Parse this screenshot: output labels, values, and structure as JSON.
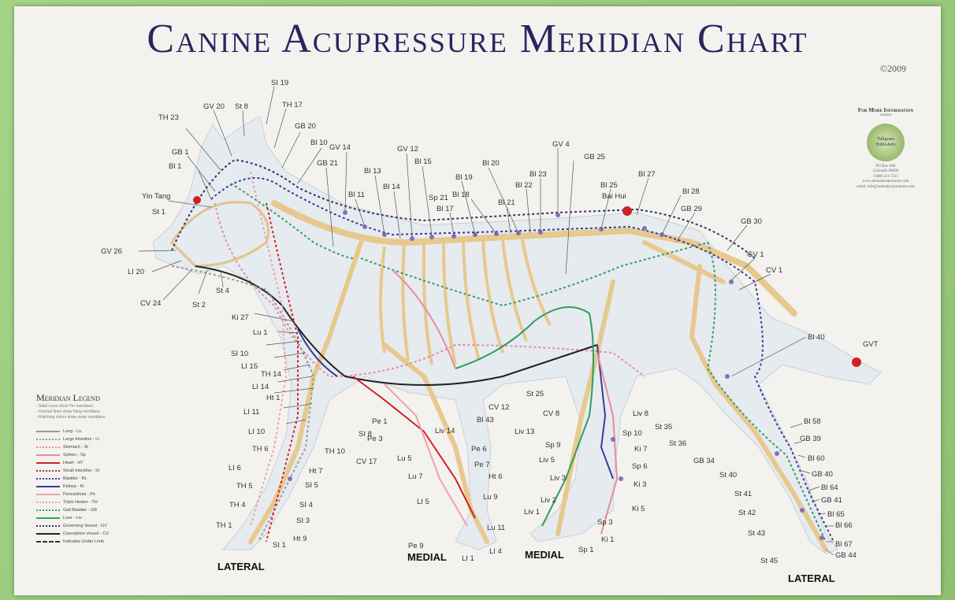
{
  "title": "Canine Acupressure Meridian Chart",
  "copyright": "©2009",
  "info": {
    "heading": "For More Information",
    "sub": "contact",
    "logo_text": "Tallgrass Publishers",
    "lines": [
      "PO Box 000",
      "Colorado 00000",
      "1-888-321-7211",
      "www.animalacupressure.com",
      "email: info@animalacupressure.com"
    ]
  },
  "views": {
    "lateral_front": "LATERAL",
    "medial_front": "MEDIAL",
    "medial_hind": "MEDIAL",
    "lateral_hind": "LATERAL"
  },
  "legend": {
    "title": "Meridian Legend",
    "notes": [
      "- Solid Lines show Yin meridians",
      "- Dashed lines show Yang meridians",
      "- Matching colors show sister meridians"
    ],
    "items": [
      {
        "label": "Lung - Lu",
        "color": "#999999",
        "style": "solid"
      },
      {
        "label": "Large Intestine - LI",
        "color": "#999999",
        "style": "dotted"
      },
      {
        "label": "Stomach - St",
        "color": "#e88aa0",
        "style": "dotted"
      },
      {
        "label": "Spleen - Sp",
        "color": "#e88aa0",
        "style": "solid"
      },
      {
        "label": "Heart - HT",
        "color": "#d22020",
        "style": "solid"
      },
      {
        "label": "Small Intestine - SI",
        "color": "#d22020",
        "style": "dotted"
      },
      {
        "label": "Bladder - BL",
        "color": "#3b3b9a",
        "style": "dotted"
      },
      {
        "label": "Kidney - Ki",
        "color": "#3b3b9a",
        "style": "solid"
      },
      {
        "label": "Pericardium - Pe",
        "color": "#f0a0b0",
        "style": "solid"
      },
      {
        "label": "Triple Heater - TH",
        "color": "#f0a0b0",
        "style": "dotted"
      },
      {
        "label": "Gall Bladder - GB",
        "color": "#2e9e5e",
        "style": "dotted"
      },
      {
        "label": "Liver - Liv",
        "color": "#2e9e5e",
        "style": "solid"
      },
      {
        "label": "Governing Vessel - GV",
        "color": "#333366",
        "style": "dotted"
      },
      {
        "label": "Conception Vessel - CV",
        "color": "#222222",
        "style": "solid"
      },
      {
        "label": "Indicates Under Limb",
        "color": "#333333",
        "style": "dashed"
      }
    ]
  },
  "labels": [
    "SI 19",
    "GV 20",
    "St 8",
    "TH 17",
    "TH 23",
    "GB 20",
    "Bl 10",
    "GV 14",
    "GV 12",
    "Bl 15",
    "GV 4",
    "GB 25",
    "GB 1",
    "GB 21",
    "Bl 13",
    "Bl 14",
    "Bl 11",
    "Bl 19",
    "Bl 18",
    "Bl 17",
    "Bl 20",
    "Bl 23",
    "Bl 22",
    "Bl 21",
    "Bl 25",
    "Bl 27",
    "Bl 28",
    "GB 29",
    "Bai Hui",
    "GB 30",
    "Bl 1",
    "Yin Tang",
    "St 1",
    "Sp 21",
    "GV 26",
    "LI 20",
    "CV 24",
    "St 2",
    "St 4",
    "GV 1",
    "CV 1",
    "Ki 27",
    "Lu 1",
    "SI 10",
    "LI 15",
    "TH 14",
    "LI 14",
    "Ht 1",
    "LI 11",
    "LI 10",
    "TH 6",
    "LI 6",
    "TH 5",
    "TH 4",
    "TH 1",
    "SI 5",
    "SI 4",
    "SI 3",
    "Ht 9",
    "SI 1",
    "Ht 7",
    "TH 10",
    "SI 8",
    "Pe 1",
    "Pe 3",
    "CV 17",
    "Lu 5",
    "Pe 6",
    "Pe 7",
    "Ht 6",
    "Lu 7",
    "Lu 9",
    "LI 5",
    "Lu 11",
    "LI 4",
    "LI 1",
    "Pe 9",
    "Bl 43",
    "CV 12",
    "Liv 14",
    "Liv 13",
    "St 25",
    "CV 8",
    "Sp 9",
    "Liv 5",
    "Liv 3",
    "Liv 2",
    "Liv 1",
    "Sp 10",
    "Ki 7",
    "Sp 6",
    "Ki 3",
    "Ki 5",
    "Sp 3",
    "Ki 1",
    "Sp 1",
    "Liv 8",
    "St 35",
    "St 36",
    "GB 34",
    "St 40",
    "St 41",
    "St 42",
    "St 43",
    "St 45",
    "Bl 40",
    "GVT",
    "Bl 58",
    "GB 39",
    "Bl 60",
    "GB 40",
    "Bl 64",
    "GB 41",
    "Bl 65",
    "Bl 66",
    "Bl 67",
    "GB 44"
  ]
}
